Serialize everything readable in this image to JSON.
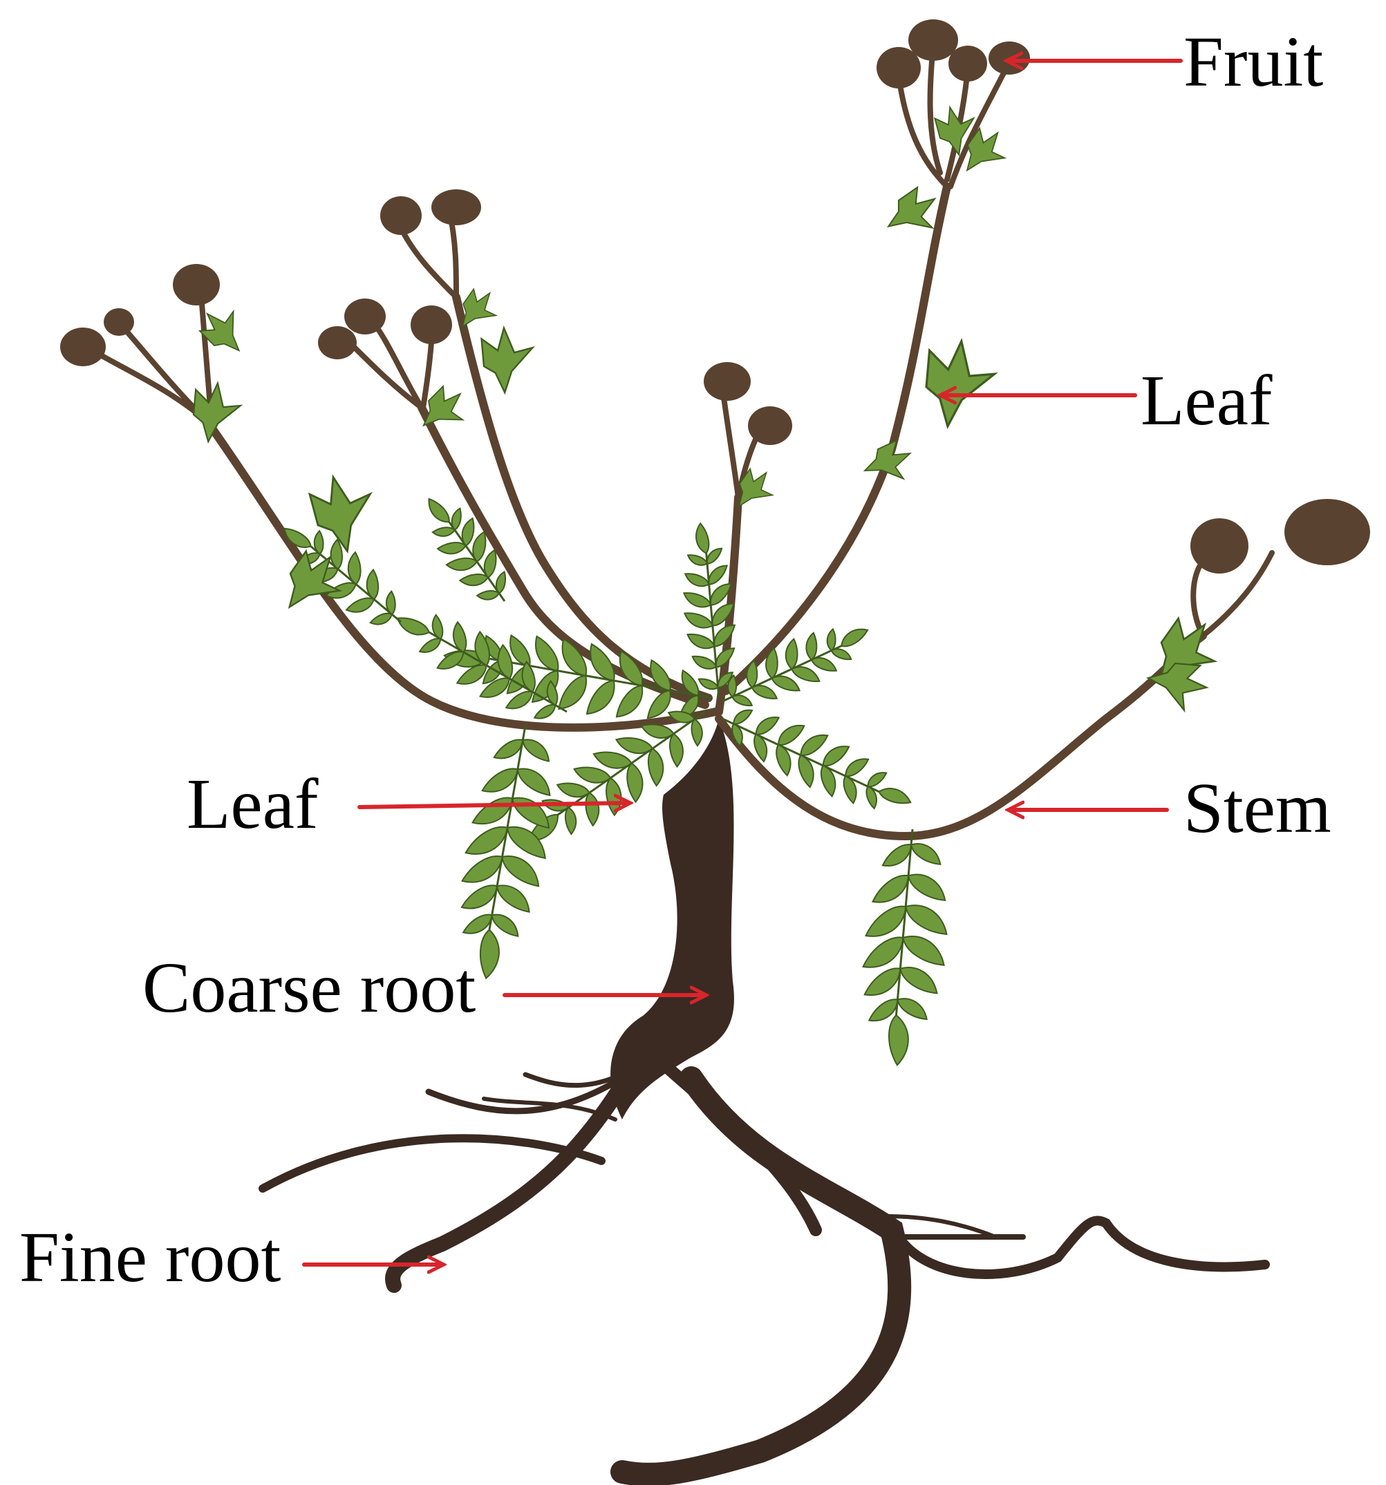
{
  "labels": {
    "fruit": "Fruit",
    "leaf_upper": "Leaf",
    "leaf_lower": "Leaf",
    "stem": "Stem",
    "coarse_root": "Coarse root",
    "fine_root": "Fine root"
  },
  "colors": {
    "arrow": "#d8252b",
    "stem": "#5b4330",
    "fruit": "#5a4230",
    "root": "#3a2a22",
    "leaf": "#6f9a3c",
    "leaf_vein": "#3e5c1e",
    "text": "#000000"
  }
}
